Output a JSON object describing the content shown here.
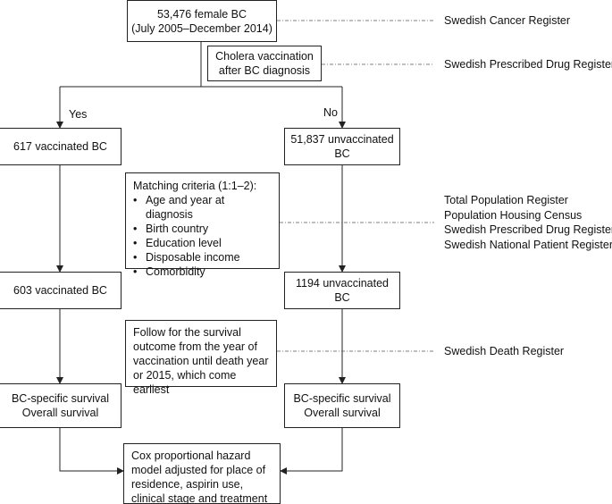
{
  "boxes": {
    "top": {
      "line1": "53,476 female BC",
      "line2": "(July 2005–December 2014)"
    },
    "cholera": {
      "line1": "Cholera vaccination",
      "line2": "after BC diagnosis"
    },
    "vacc_617": "617 vaccinated BC",
    "unvacc_51837": {
      "line1": "51,837 unvaccinated",
      "line2": "BC"
    },
    "matching": {
      "title": "Matching criteria (1:1–2):",
      "items": [
        "Age and year at diagnosis",
        "Birth country",
        "Education level",
        "Disposable income",
        "Comorbidity"
      ]
    },
    "vacc_603": "603 vaccinated BC",
    "unvacc_1194": {
      "line1": "1194 unvaccinated",
      "line2": "BC"
    },
    "follow": {
      "lines": [
        "Follow for the survival",
        "outcome from the year of",
        "vaccination until death year",
        "or 2015, which come earliest"
      ]
    },
    "outcome_left": {
      "line1": "BC-specific survival",
      "line2": "Overall survival"
    },
    "outcome_right": {
      "line1": "BC-specific survival",
      "line2": "Overall survival"
    },
    "cox": {
      "lines": [
        "Cox proportional hazard",
        "model adjusted for place of",
        "residence, aspirin use,",
        "clinical stage and treatment"
      ]
    }
  },
  "branch_labels": {
    "yes": "Yes",
    "no": "No"
  },
  "registers": {
    "cancer": "Swedish Cancer Register",
    "drug": "Swedish Prescribed Drug Register",
    "matching": [
      "Total Population Register",
      "Population Housing Census",
      "Swedish Prescribed Drug Register",
      "Swedish National Patient Register"
    ],
    "death": "Swedish Death Register"
  }
}
